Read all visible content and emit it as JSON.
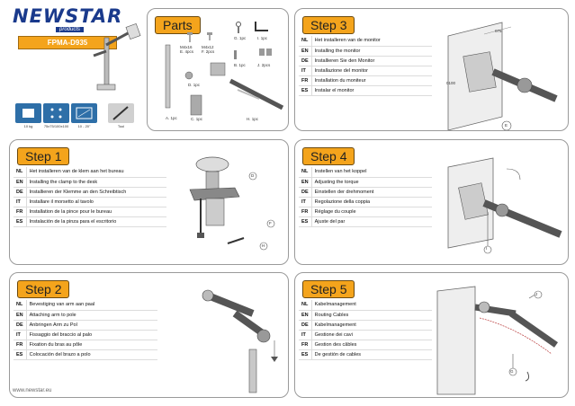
{
  "header": {
    "logo": "NEWSTAR",
    "logo_sub": "products",
    "model": "FPMA-D935"
  },
  "specs": [
    {
      "label": "10 kg"
    },
    {
      "label": "75x75/100x100"
    },
    {
      "label": "10 - 20\""
    },
    {
      "label": "Tool"
    }
  ],
  "parts": {
    "title": "Parts",
    "items": [
      {
        "label": "M4x16\nE. 4pcs"
      },
      {
        "label": "M4x12\nF. 2pcs"
      },
      {
        "label": "G. 1pc"
      },
      {
        "label": "I. 1pc"
      },
      {
        "label": "B. 1pc"
      },
      {
        "label": "J. 2pcs"
      },
      {
        "label": "D. 1pc"
      },
      {
        "label": "A. 1pc"
      },
      {
        "label": "C. 1pc"
      },
      {
        "label": "H. 1pc"
      }
    ]
  },
  "steps": [
    {
      "title": "Step 1",
      "rows": [
        {
          "code": "NL",
          "text": "Het installeren van de klem aan het bureau"
        },
        {
          "code": "EN",
          "text": "Installing the clamp to the desk"
        },
        {
          "code": "DE",
          "text": "Installieren der Klemme an den Schreibtisch"
        },
        {
          "code": "IT",
          "text": "Installare il morsetto al tavolo"
        },
        {
          "code": "FR",
          "text": "Installation de la pince pour le bureau"
        },
        {
          "code": "ES",
          "text": "Instalación de la pinza para el escritorio"
        }
      ]
    },
    {
      "title": "Step 2",
      "rows": [
        {
          "code": "NL",
          "text": "Bevestiging van arm aan paal"
        },
        {
          "code": "EN",
          "text": "Attaching arm to pole"
        },
        {
          "code": "DE",
          "text": "Anbringen Arm zu Pol"
        },
        {
          "code": "IT",
          "text": "Fissaggio del braccio al palo"
        },
        {
          "code": "FR",
          "text": "Fixation du bras au pôle"
        },
        {
          "code": "ES",
          "text": "Colocación del brazo a polo"
        }
      ]
    },
    {
      "title": "Step 3",
      "rows": [
        {
          "code": "NL",
          "text": "Het installeren van de monitor"
        },
        {
          "code": "EN",
          "text": "Installing the monitor"
        },
        {
          "code": "DE",
          "text": "Installieren Sie den Monitor"
        },
        {
          "code": "IT",
          "text": "Installazione del monitor"
        },
        {
          "code": "FR",
          "text": "Installation du moniteur"
        },
        {
          "code": "ES",
          "text": "Instalar el monitor"
        }
      ]
    },
    {
      "title": "Step 4",
      "rows": [
        {
          "code": "NL",
          "text": "Instellen van het koppel"
        },
        {
          "code": "EN",
          "text": "Adjusting the torque"
        },
        {
          "code": "DE",
          "text": "Einstellen der drehmoment"
        },
        {
          "code": "IT",
          "text": "Regolazione della coppia"
        },
        {
          "code": "FR",
          "text": "Réglage du couple"
        },
        {
          "code": "ES",
          "text": "Ajuste del par"
        }
      ]
    },
    {
      "title": "Step 5",
      "rows": [
        {
          "code": "NL",
          "text": "Kabelmanagement"
        },
        {
          "code": "EN",
          "text": "Routing Cables"
        },
        {
          "code": "DE",
          "text": "Kabelmanagement"
        },
        {
          "code": "IT",
          "text": "Gestione dei cavi"
        },
        {
          "code": "FR",
          "text": "Gestion des câbles"
        },
        {
          "code": "ES",
          "text": "De gestión de cables"
        }
      ]
    }
  ],
  "callouts": {
    "step1_d": "D",
    "step1_f": "F",
    "step1_h": "H",
    "step3_e": "E",
    "step4_i": "I",
    "step5_j": "J",
    "step5_g": "G",
    "vesa_75": "075",
    "vesa_100": "0100"
  },
  "footer": "www.newstar.eu",
  "colors": {
    "accent": "#f4a41c",
    "brand": "#1a3a8c",
    "spec_blue": "#2e6fa8"
  }
}
